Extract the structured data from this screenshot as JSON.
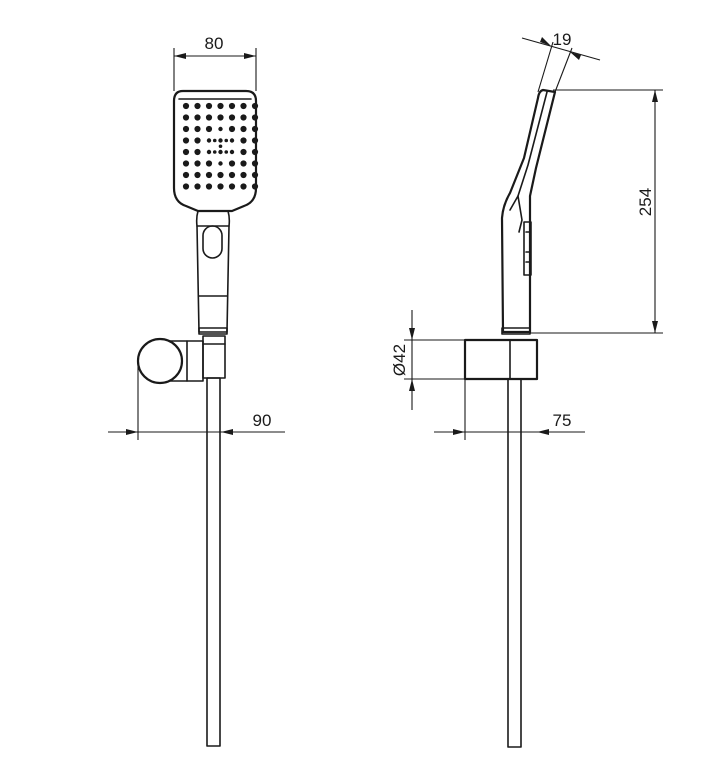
{
  "drawing": {
    "front_view": {
      "head_width_label": "80",
      "bracket_offset_label": "90"
    },
    "side_view": {
      "head_thickness_label": "19",
      "handle_length_label": "254",
      "holder_diameter_label": "Ø42",
      "hose_offset_label": "75"
    }
  }
}
